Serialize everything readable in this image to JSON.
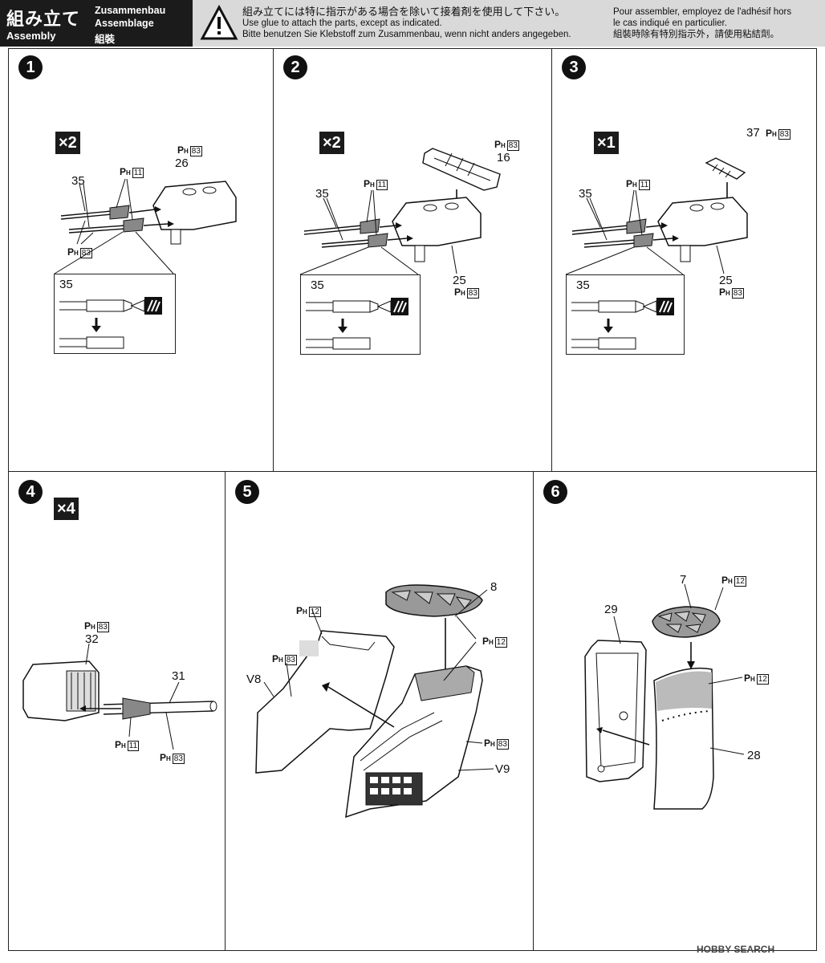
{
  "header": {
    "title_jp": "組み立て",
    "title_en": "Assembly",
    "title_de": "Zusammenbau",
    "title_fr": "Assemblage",
    "title_cn": "組裝",
    "warning_jp": "組み立てには特に指示がある場合を除いて接着剤を使用して下さい。",
    "warning_en": "Use glue to attach the parts, except as indicated.",
    "warning_de": "Bitte benutzen Sie Klebstoff zum Zusammenbau, wenn nicht anders angegeben.",
    "warning_fr1": "Pour assembler, employez de l'adhésif hors",
    "warning_fr2": "le cas indiqué en particulier.",
    "warning_cn": "組裝時除有特別指示外，請使用粘結劑。"
  },
  "paint_prefix": "P",
  "paint_sub": "H",
  "steps": [
    {
      "number": "1",
      "multiplier": "×2",
      "parts": [
        "35",
        "26",
        "35"
      ],
      "paints": [
        "11",
        "83",
        "83"
      ]
    },
    {
      "number": "2",
      "multiplier": "×2",
      "parts": [
        "35",
        "16",
        "25",
        "35"
      ],
      "paints": [
        "83",
        "11",
        "83"
      ]
    },
    {
      "number": "3",
      "multiplier": "×1",
      "parts": [
        "37",
        "35",
        "25",
        "35"
      ],
      "paints": [
        "83",
        "11",
        "83"
      ]
    },
    {
      "number": "4",
      "multiplier": "×4",
      "parts": [
        "32",
        "31"
      ],
      "paints": [
        "83",
        "11",
        "83"
      ]
    },
    {
      "number": "5",
      "multiplier": "",
      "parts": [
        "8",
        "V8",
        "V9"
      ],
      "paints": [
        "12",
        "83",
        "12",
        "83"
      ]
    },
    {
      "number": "6",
      "multiplier": "",
      "parts": [
        "7",
        "29",
        "28"
      ],
      "paints": [
        "12",
        "12"
      ]
    }
  ],
  "footer": {
    "watermark": "HOBBY SEARCH"
  }
}
